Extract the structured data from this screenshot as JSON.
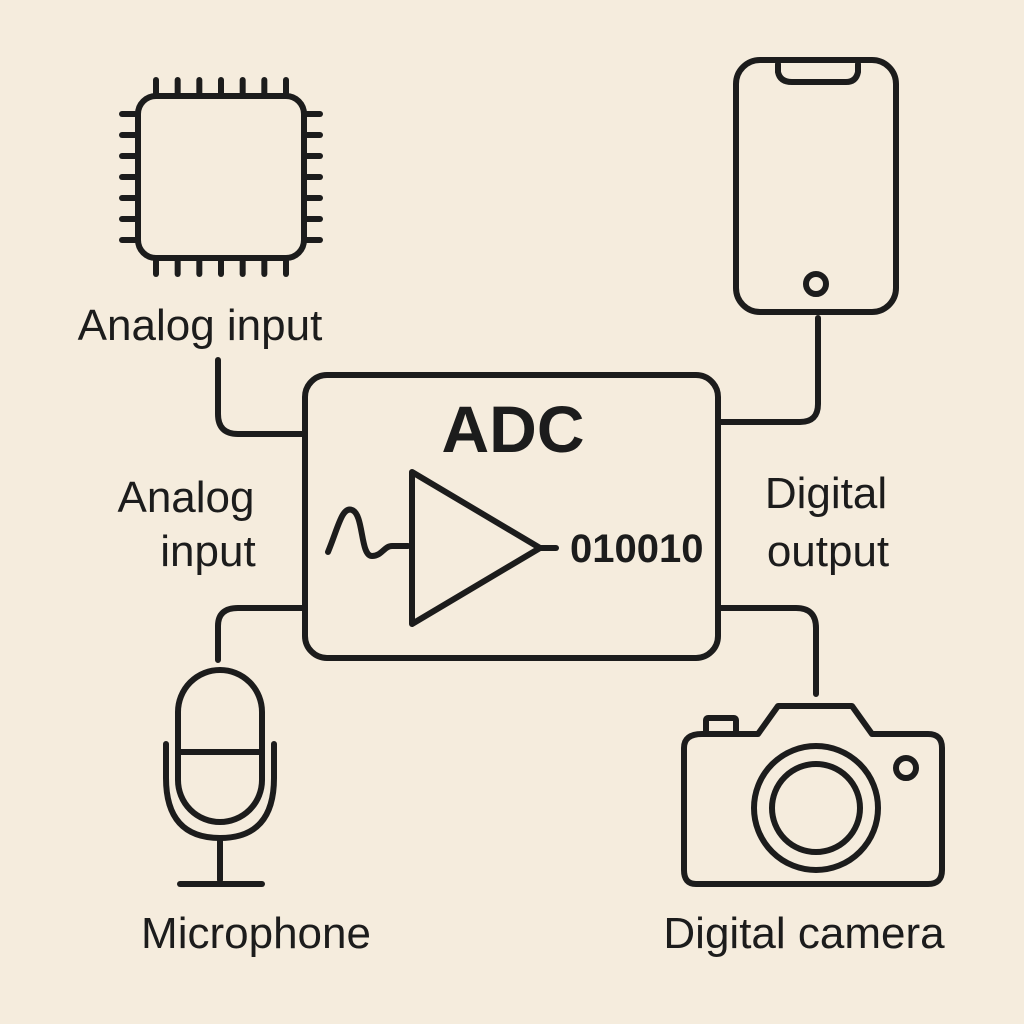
{
  "adc": {
    "title": "ADC",
    "bits": "010010"
  },
  "labels": {
    "analog_input_top": "Analog input",
    "analog_input_side_line1": "Analog",
    "analog_input_side_line2": "input",
    "digital_output_line1": "Digital",
    "digital_output_line2": "output",
    "microphone": "Microphone",
    "digital_camera": "Digital camera"
  },
  "icons": {
    "chip": "chip-icon",
    "smartphone": "smartphone-icon",
    "microphone": "microphone-icon",
    "camera": "camera-icon",
    "sine_wave": "sine-wave-icon",
    "amplifier": "amplifier-triangle-icon"
  },
  "colors": {
    "background": "#f5ecdd",
    "ink": "#1c1c1c"
  }
}
